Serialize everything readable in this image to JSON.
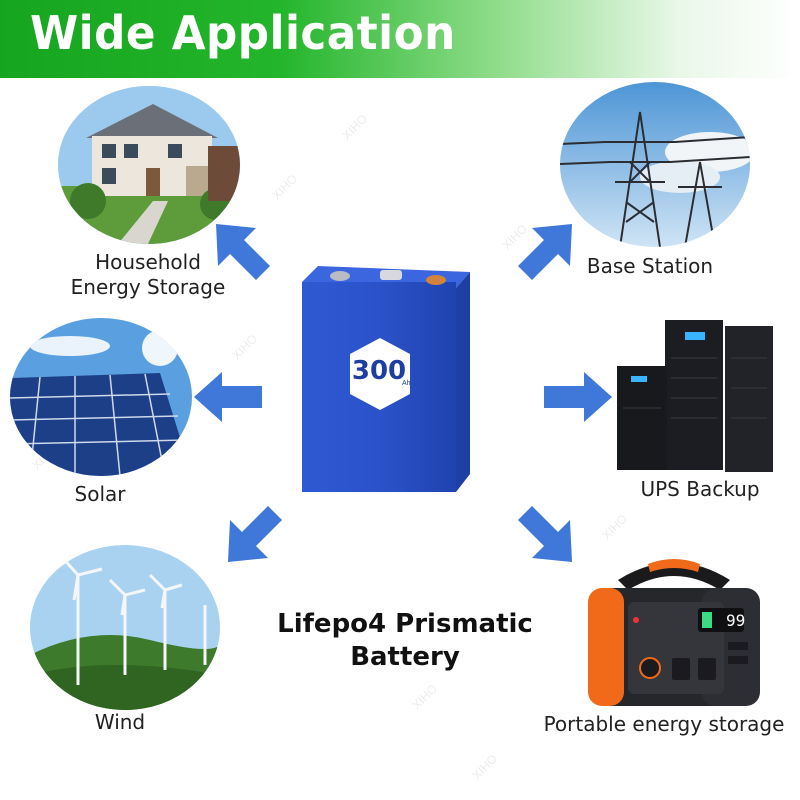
{
  "header": {
    "title": "Wide Application"
  },
  "watermark": "XIHO",
  "product": {
    "name": "Lifepo4 Prismatic Battery",
    "capacity_number": "300",
    "capacity_unit": "Ah",
    "body_color": "#2b52c9"
  },
  "applications": [
    {
      "id": "household",
      "label": "Household\nEnergy Storage"
    },
    {
      "id": "base-station",
      "label": "Base Station"
    },
    {
      "id": "solar",
      "label": "Solar"
    },
    {
      "id": "ups",
      "label": "UPS Backup"
    },
    {
      "id": "wind",
      "label": "Wind"
    },
    {
      "id": "portable",
      "label": "Portable energy storage"
    }
  ],
  "power_station_display": "99",
  "colors": {
    "header_green": "#16a51f",
    "arrow_blue": "#3f78d8",
    "accent_orange": "#f06a1a"
  }
}
